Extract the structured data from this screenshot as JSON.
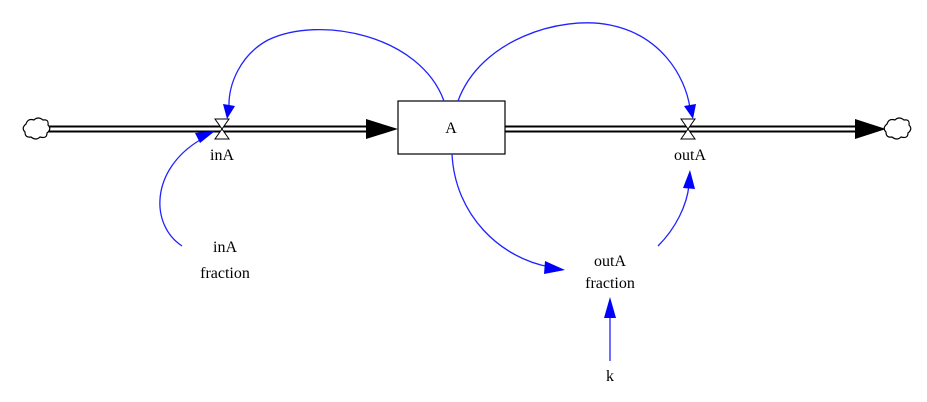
{
  "diagram": {
    "type": "stock-and-flow",
    "colors": {
      "link": "#0000ff",
      "flow": "#000000",
      "background": "#ffffff"
    },
    "stocks": [
      {
        "id": "A",
        "label": "A"
      }
    ],
    "flows": [
      {
        "id": "inA",
        "label": "inA",
        "from": "source-cloud",
        "to": "A"
      },
      {
        "id": "outA",
        "label": "outA",
        "from": "A",
        "to": "sink-cloud"
      }
    ],
    "auxiliaries": [
      {
        "id": "inA_fraction",
        "label_line1": "inA",
        "label_line2": "fraction"
      },
      {
        "id": "outA_fraction",
        "label_line1": "outA",
        "label_line2": "fraction"
      },
      {
        "id": "k",
        "label": "k"
      }
    ],
    "links": [
      {
        "from": "A",
        "to": "inA"
      },
      {
        "from": "A",
        "to": "outA"
      },
      {
        "from": "A",
        "to": "outA_fraction"
      },
      {
        "from": "outA_fraction",
        "to": "outA"
      },
      {
        "from": "inA_fraction",
        "to": "inA"
      },
      {
        "from": "k",
        "to": "outA_fraction"
      }
    ],
    "icons": {
      "source": "cloud-icon",
      "sink": "cloud-icon",
      "valve": "valve-icon"
    }
  }
}
